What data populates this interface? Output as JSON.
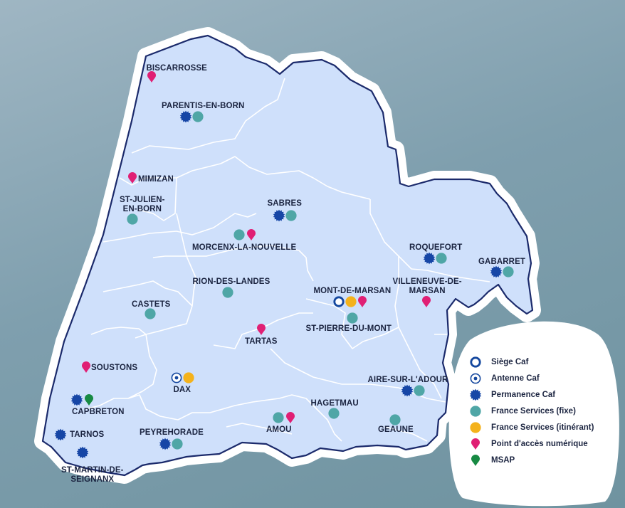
{
  "colors": {
    "region_fill": "#cfe0fb",
    "region_border": "#1b2a6b",
    "halo": "#ffffff",
    "inner_lines": "#ffffff",
    "siege": "#14479e",
    "antenne": "#14479e",
    "permanence": "#1646a6",
    "france_fixe": "#4fa6a6",
    "france_itinerant": "#f4b21c",
    "point_numerique": "#e01f74",
    "msap": "#178a43"
  },
  "towns": [
    {
      "name": "BISCARROSSE",
      "symbols": [
        "point_numerique"
      ]
    },
    {
      "name": "PARENTIS-EN-BORN",
      "symbols": [
        "permanence",
        "france_fixe"
      ]
    },
    {
      "name": "MIMIZAN",
      "symbols": [
        "point_numerique"
      ]
    },
    {
      "name": "ST-JULIEN-\nEN-BORN",
      "symbols": [
        "france_fixe"
      ]
    },
    {
      "name": "SABRES",
      "symbols": [
        "permanence",
        "france_fixe"
      ]
    },
    {
      "name": "MORCENX-LA-NOUVELLE",
      "symbols": [
        "france_fixe",
        "point_numerique"
      ]
    },
    {
      "name": "ROQUEFORT",
      "symbols": [
        "permanence",
        "france_fixe"
      ]
    },
    {
      "name": "GABARRET",
      "symbols": [
        "permanence",
        "france_fixe"
      ]
    },
    {
      "name": "RION-DES-LANDES",
      "symbols": [
        "france_fixe"
      ]
    },
    {
      "name": "MONT-DE-MARSAN",
      "symbols": [
        "siege",
        "france_itinerant",
        "point_numerique"
      ]
    },
    {
      "name": "VILLENEUVE-DE-\nMARSAN",
      "symbols": [
        "point_numerique"
      ]
    },
    {
      "name": "CASTETS",
      "symbols": [
        "france_fixe"
      ]
    },
    {
      "name": "ST-PIERRE-DU-MONT",
      "symbols": [
        "france_fixe"
      ]
    },
    {
      "name": "TARTAS",
      "symbols": [
        "point_numerique"
      ]
    },
    {
      "name": "SOUSTONS",
      "symbols": [
        "point_numerique"
      ]
    },
    {
      "name": "DAX",
      "symbols": [
        "antenne",
        "france_itinerant"
      ]
    },
    {
      "name": "AIRE-SUR-L'ADOUR",
      "symbols": [
        "permanence",
        "france_fixe"
      ]
    },
    {
      "name": "CAPBRETON",
      "symbols": [
        "permanence",
        "msap"
      ]
    },
    {
      "name": "HAGETMAU",
      "symbols": [
        "france_fixe"
      ]
    },
    {
      "name": "GEAUNE",
      "symbols": [
        "france_fixe"
      ]
    },
    {
      "name": "AMOU",
      "symbols": [
        "france_fixe",
        "point_numerique"
      ]
    },
    {
      "name": "TARNOS",
      "symbols": [
        "permanence"
      ]
    },
    {
      "name": "PEYREHORADE",
      "symbols": [
        "permanence",
        "france_fixe"
      ]
    },
    {
      "name": "ST-MARTIN-DE-\nSEIGNANX",
      "symbols": [
        "permanence"
      ]
    }
  ],
  "legend": [
    {
      "symbol": "siege",
      "label": "Siège Caf"
    },
    {
      "symbol": "antenne",
      "label": "Antenne Caf"
    },
    {
      "symbol": "permanence",
      "label": "Permanence Caf"
    },
    {
      "symbol": "france_fixe",
      "label": "France Services (fixe)"
    },
    {
      "symbol": "france_itinerant",
      "label": "France Services (itinérant)"
    },
    {
      "symbol": "point_numerique",
      "label": "Point d'accès numérique"
    },
    {
      "symbol": "msap",
      "label": "MSAP"
    }
  ]
}
